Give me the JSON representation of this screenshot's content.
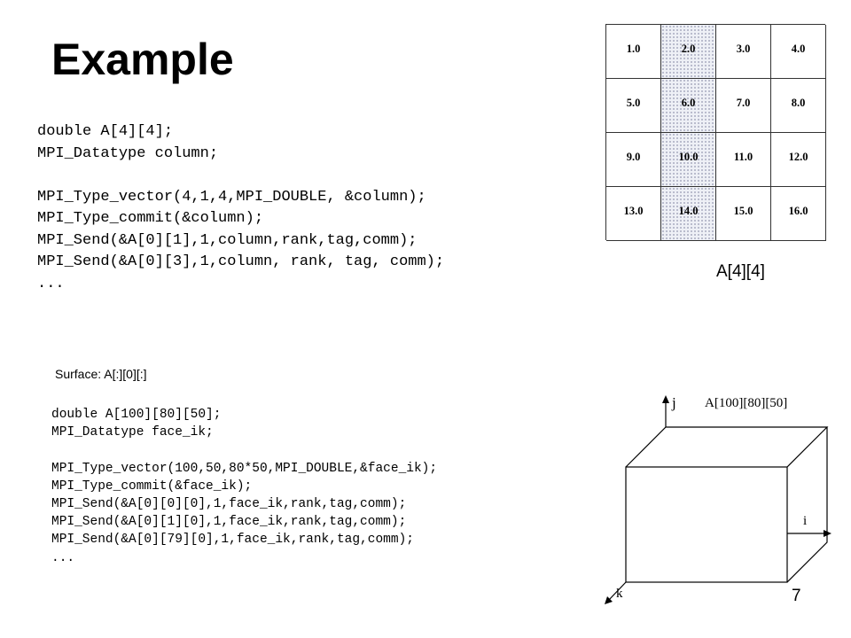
{
  "slide": {
    "title": "Example",
    "code_block_1": [
      "double A[4][4];",
      "MPI_Datatype column;",
      "",
      "MPI_Type_vector(4,1,4,MPI_DOUBLE, &column);",
      "MPI_Type_commit(&column);",
      "MPI_Send(&A[0][1],1,column,rank,tag,comm);",
      "MPI_Send(&A[0][3],1,column, rank, tag, comm);",
      "..."
    ],
    "matrix": {
      "label": "A[4][4]",
      "highlight_column": 1,
      "rows": [
        [
          "1.0",
          "2.0",
          "3.0",
          "4.0"
        ],
        [
          "5.0",
          "6.0",
          "7.0",
          "8.0"
        ],
        [
          "9.0",
          "10.0",
          "11.0",
          "12.0"
        ],
        [
          "13.0",
          "14.0",
          "15.0",
          "16.0"
        ]
      ]
    },
    "surface_label": "Surface: A[:][0][:]",
    "code_block_2": [
      "double A[100][80][50];",
      "MPI_Datatype face_ik;",
      "",
      "MPI_Type_vector(100,50,80*50,MPI_DOUBLE,&face_ik);",
      "MPI_Type_commit(&face_ik);",
      "MPI_Send(&A[0][0][0],1,face_ik,rank,tag,comm);",
      "MPI_Send(&A[0][1][0],1,face_ik,rank,tag,comm);",
      "MPI_Send(&A[0][79][0],1,face_ik,rank,tag,comm);",
      "..."
    ],
    "cube": {
      "label": "A[100][80][50]",
      "axis_j": "j",
      "axis_i": "i",
      "axis_k": "k"
    },
    "page_number": "7"
  }
}
